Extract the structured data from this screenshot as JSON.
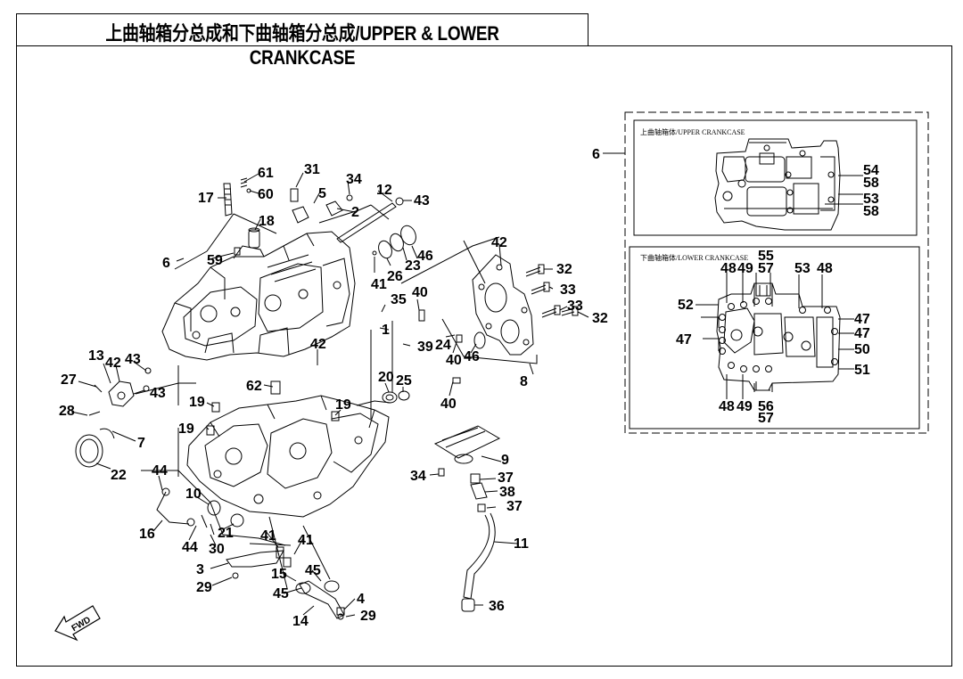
{
  "title": "上曲轴箱分总成和下曲轴箱分总成/UPPER & LOWER CRANKCASE",
  "insets": {
    "upper_title": "上曲轴箱体/UPPER CRANKCASE",
    "lower_title": "下曲轴箱体/LOWER CRANKCASE"
  },
  "fwd_label": "FWD",
  "callouts": {
    "c61": "61",
    "c31": "31",
    "c34a": "34",
    "c60": "60",
    "c17": "17",
    "c5": "5",
    "c12": "12",
    "c43a": "43",
    "c2": "2",
    "c18": "18",
    "c6a": "6",
    "c59": "59",
    "c41a": "41",
    "c26": "26",
    "c23": "23",
    "c46a": "46",
    "c42a": "42",
    "c32a": "32",
    "c33a": "33",
    "c33b": "33",
    "c32b": "32",
    "c40a": "40",
    "c35": "35",
    "c1": "1",
    "c39": "39",
    "c42b": "42",
    "c24": "24",
    "c40b": "40",
    "c46b": "46",
    "c8": "8",
    "c13": "13",
    "c42c": "42",
    "c43b": "43",
    "c43c": "43",
    "c27": "27",
    "c28": "28",
    "c7": "7",
    "c22": "22",
    "c62": "62",
    "c20": "20",
    "c25": "25",
    "c40c": "40",
    "c19a": "19",
    "c19b": "19",
    "c19c": "19",
    "c9": "9",
    "c34b": "34",
    "c37a": "37",
    "c38": "38",
    "c37b": "37",
    "c44a": "44",
    "c10": "10",
    "c16": "16",
    "c44b": "44",
    "c21": "21",
    "c30": "30",
    "c41b": "41",
    "c41c": "41",
    "c11": "11",
    "c3": "3",
    "c29a": "29",
    "c15": "15",
    "c45a": "45",
    "c45b": "45",
    "c4": "4",
    "c14": "14",
    "c29b": "29",
    "c36": "36",
    "c6b": "6",
    "u54": "54",
    "u58a": "58",
    "u53": "53",
    "u58b": "58",
    "l55": "55",
    "l48a": "48",
    "l49a": "49",
    "l57a": "57",
    "l53": "53",
    "l48b": "48",
    "l52": "52",
    "l47a": "47",
    "l47b": "47",
    "l47c": "47",
    "l50": "50",
    "l51": "51",
    "l48c": "48",
    "l49b": "49",
    "l56": "56",
    "l57b": "57"
  }
}
